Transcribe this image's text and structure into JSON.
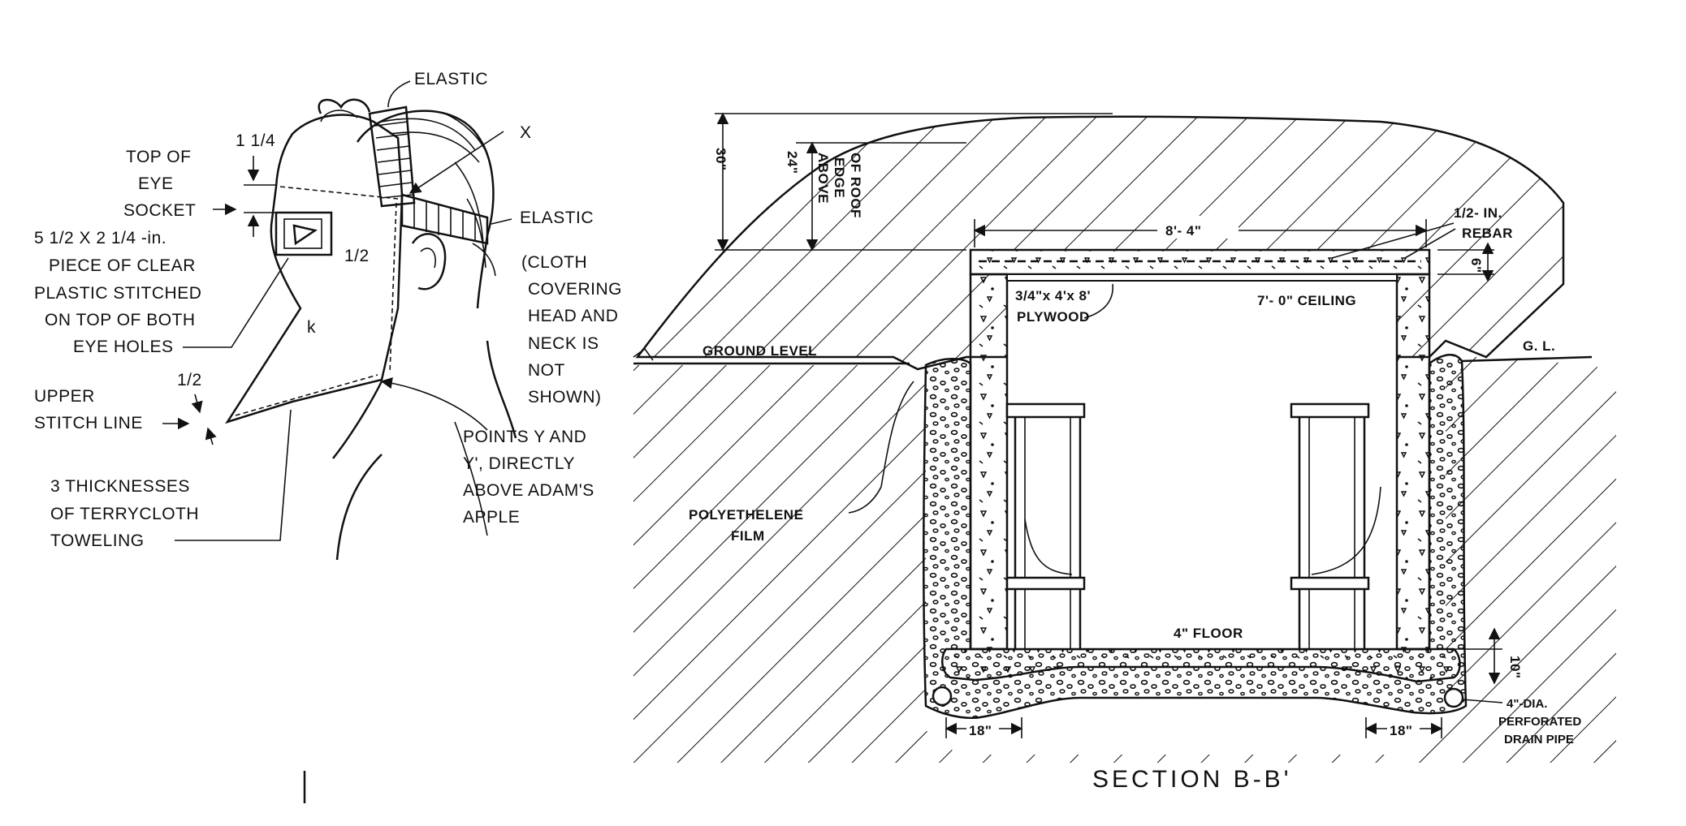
{
  "colors": {
    "ink": "#111111",
    "paper": "#ffffff"
  },
  "mask": {
    "elastic_top": "ELASTIC",
    "elastic_side": "ELASTIC",
    "x_mark": "X",
    "dim_1_1_4": "1 1/4",
    "dim_half_eye": "1/2",
    "dim_half_chin": "1/2",
    "eye_socket": [
      "TOP OF",
      "EYE",
      "SOCKET"
    ],
    "plastic": [
      "5 1/2 X 2 1/4 -in.",
      "PIECE OF CLEAR",
      "PLASTIC STITCHED",
      "ON TOP OF BOTH",
      "EYE HOLES"
    ],
    "cloth": [
      "(CLOTH",
      "COVERING",
      "HEAD AND",
      "NECK IS",
      "NOT",
      "SHOWN)"
    ],
    "stitch": [
      "UPPER",
      "STITCH LINE"
    ],
    "points": [
      "POINTS Y AND",
      "Y', DIRECTLY",
      "ABOVE ADAM'S",
      "APPLE"
    ],
    "toweling": [
      "3 THICKNESSES",
      "OF TERRYCLOTH",
      "TOWELING"
    ],
    "face_mark": "k"
  },
  "shelter": {
    "dim_30": "30\"",
    "dim_24_lines": [
      "24\"",
      "ABOVE",
      "EDGE",
      "OF ROOF"
    ],
    "dim_width": "8'- 4\"",
    "rebar": [
      "1/2- IN.",
      "REBAR"
    ],
    "dim_6": "6\"",
    "plywood": [
      "3/4\"x 4'x 8'",
      "PLYWOOD"
    ],
    "ceiling": "7'- 0\" CEILING",
    "ground_level": "GROUND LEVEL",
    "gl": "G. L.",
    "poly": [
      "POLYETHELENE",
      "FILM"
    ],
    "floor": "4\" FLOOR",
    "dim_10": "10\"",
    "dim_18_left": "18\"",
    "dim_18_right": "18\"",
    "drain": [
      "4\"-DIA.",
      "PERFORATED",
      "DRAIN PIPE"
    ],
    "section_title": "SECTION B-B'"
  }
}
